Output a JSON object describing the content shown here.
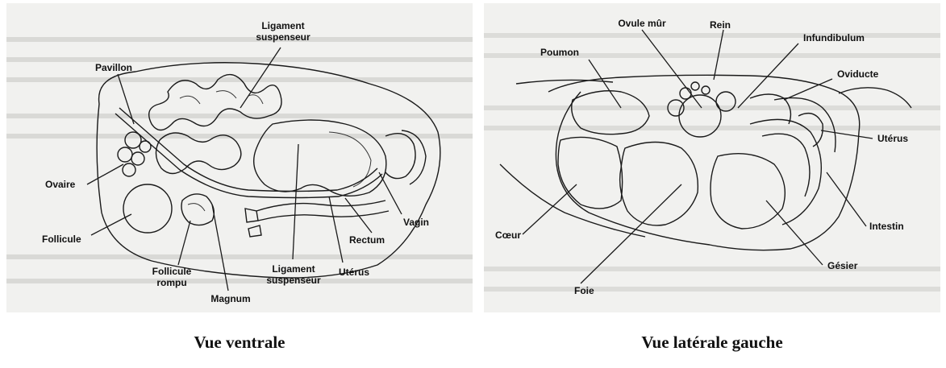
{
  "views": [
    {
      "caption": "Vue ventrale",
      "labels": {
        "ligament_top_1": "Ligament",
        "ligament_top_2": "suspenseur",
        "pavillon": "Pavillon",
        "ovaire": "Ovaire",
        "follicule": "Follicule",
        "follicule_rompu_1": "Follicule",
        "follicule_rompu_2": "rompu",
        "magnum": "Magnum",
        "ligament_bottom_1": "Ligament",
        "ligament_bottom_2": "suspenseur",
        "uterus": "Utérus",
        "rectum": "Rectum",
        "vagin": "Vagin"
      }
    },
    {
      "caption": "Vue latérale gauche",
      "labels": {
        "ovule_mur": "Ovule mûr",
        "rein": "Rein",
        "infundibulum": "Infundibulum",
        "poumon": "Poumon",
        "oviducte": "Oviducte",
        "uterus": "Utérus",
        "intestin": "Intestin",
        "coeur": "Cœur",
        "gesier": "Gésier",
        "foie": "Foie"
      }
    }
  ]
}
